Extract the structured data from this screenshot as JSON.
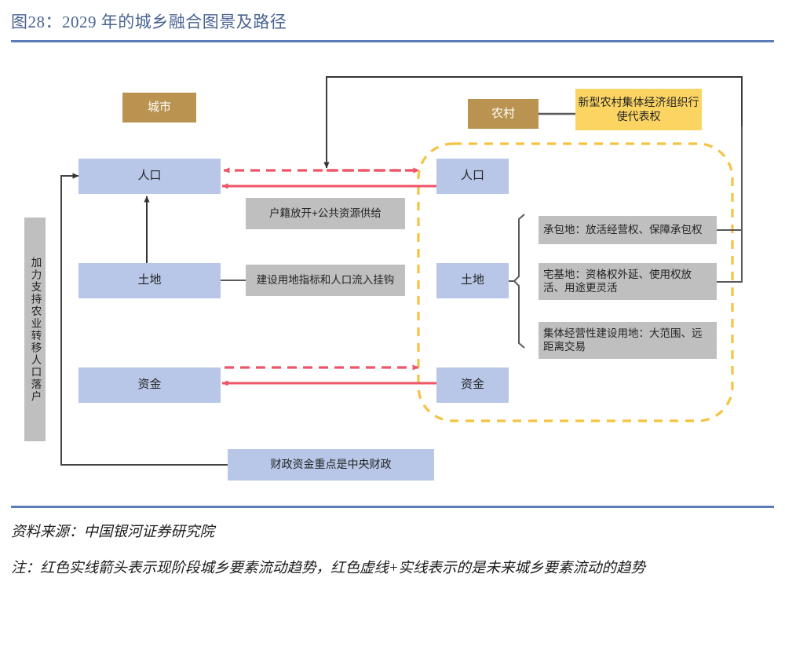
{
  "header": {
    "title": "图28：2029 年的城乡融合图景及路径",
    "accent_color": "#5b7cb8",
    "title_color": "#4a6391"
  },
  "palette": {
    "tan": "#b9934f",
    "blue": "#b8c7e8",
    "yellow": "#fbd462",
    "gray": "#bfbfbf",
    "red_arrow": "#ee5566",
    "dashed_boundary": "#f5c342",
    "connector_gray": "#595959"
  },
  "diagram": {
    "urban": {
      "header_label": "城市",
      "population_label": "人口",
      "land_label": "土地",
      "funds_label": "资金"
    },
    "rural": {
      "header_label": "农村",
      "population_label": "人口",
      "land_label": "土地",
      "funds_label": "资金",
      "representation_note": "新型农村集体经济组织行使代表权"
    },
    "side_band_label": "加力支持农业转移人口落户",
    "middle_notes": {
      "population_policy": "户籍放开+公共资源供给",
      "land_policy": "建设用地指标和人口流入挂钩",
      "fiscal_policy": "财政资金重点是中央财政"
    },
    "land_details": [
      "承包地：放活经营权、保障承包权",
      "宅基地：资格权外延、使用权放活、用途更灵活",
      "集体经营性建设用地：大范围、远距离交易"
    ]
  },
  "footer": {
    "source": "资料来源：中国银河证券研究院",
    "note": "注：红色实线箭头表示现阶段城乡要素流动趋势，红色虚线+实线表示的是未来城乡要素流动的趋势"
  }
}
